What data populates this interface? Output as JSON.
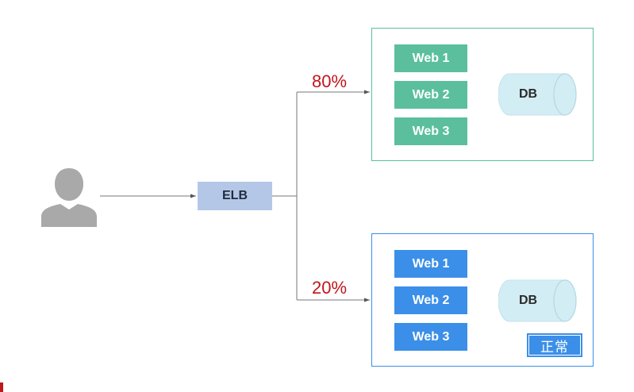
{
  "colors": {
    "env_a_accent": "#5bbf9e",
    "env_b_accent": "#3b8fe8",
    "traffic_percent_text": "#c0161c",
    "elb_fill": "#b4c7e7",
    "db_fill": "#d3edf4"
  },
  "user": {
    "icon": "user-icon"
  },
  "elb": {
    "label": "ELB"
  },
  "routes": [
    {
      "percent_label": "80%"
    },
    {
      "percent_label": "20%"
    }
  ],
  "env_a": {
    "servers": [
      "Web 1",
      "Web 2",
      "Web 3"
    ],
    "db_label": "DB"
  },
  "env_b": {
    "servers": [
      "Web 1",
      "Web 2",
      "Web 3"
    ],
    "db_label": "DB",
    "status_label": "正常"
  }
}
